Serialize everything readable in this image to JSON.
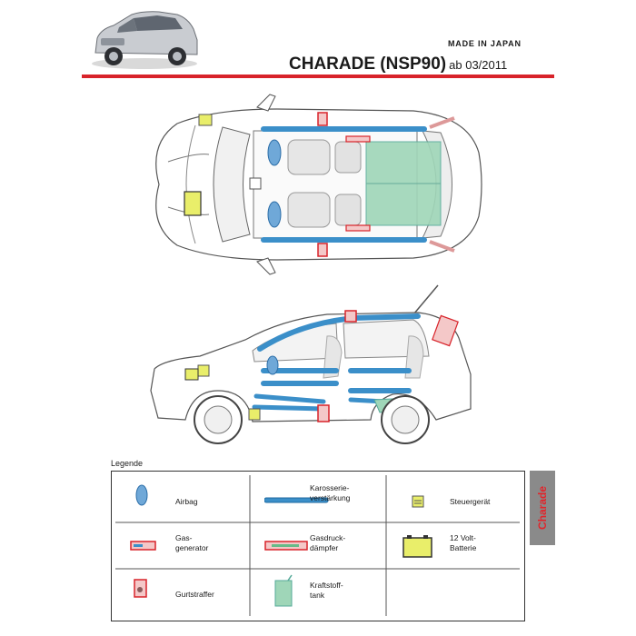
{
  "header": {
    "made_in": "MADE IN JAPAN",
    "model": "CHARADE (NSP90)",
    "since": "ab 03/2011"
  },
  "legend": {
    "title": "Legende",
    "items": [
      {
        "label": "Airbag",
        "icon": "airbag-icon"
      },
      {
        "label": "Karosserie-\nverstärkung",
        "icon": "reinforcement-icon"
      },
      {
        "label": "Steuergerät",
        "icon": "control-unit-icon"
      },
      {
        "label": "Gas-\ngenerator",
        "icon": "gas-generator-icon"
      },
      {
        "label": "Gasdruck-\ndämpfer",
        "icon": "gas-damper-icon"
      },
      {
        "label": "12 Volt-\nBatterie",
        "icon": "battery-icon"
      },
      {
        "label": "Gurtstraffer",
        "icon": "belt-tensioner-icon"
      },
      {
        "label": "Kraftstoff-\ntank",
        "icon": "fuel-tank-icon"
      }
    ]
  },
  "side_tab": {
    "label": "Charade"
  },
  "colors": {
    "accent_red": "#d8232a",
    "airbag_blue": "#6fa8d8",
    "reinforcement_blue": "#3b8fc9",
    "fuel_green": "#9fd6b8",
    "battery_yellow": "#e9ee6a"
  }
}
